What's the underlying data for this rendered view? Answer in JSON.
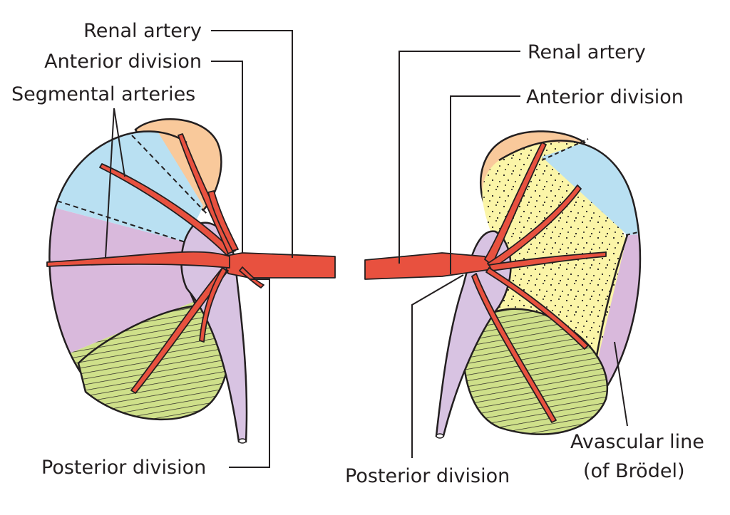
{
  "labels": {
    "left_renal_artery": "Renal artery",
    "left_anterior_division": "Anterior division",
    "left_segmental_arteries": "Segmental arteries",
    "left_posterior_division": "Posterior division",
    "right_renal_artery": "Renal artery",
    "right_anterior_division": "Anterior division",
    "right_posterior_division": "Posterior division",
    "avascular_line_1": "Avascular line",
    "avascular_line_2": "(of Brödel)"
  },
  "colors": {
    "artery": "#e8513f",
    "apical_segment": "#f9c99b",
    "upper_segment": "#b9e0f2",
    "middle_segment": "#d9b9dc",
    "lower_segment": "#cfe08a",
    "posterior_segment": "#fbf5a8",
    "ureter": "#d8c3e2",
    "outline": "#231f20"
  }
}
